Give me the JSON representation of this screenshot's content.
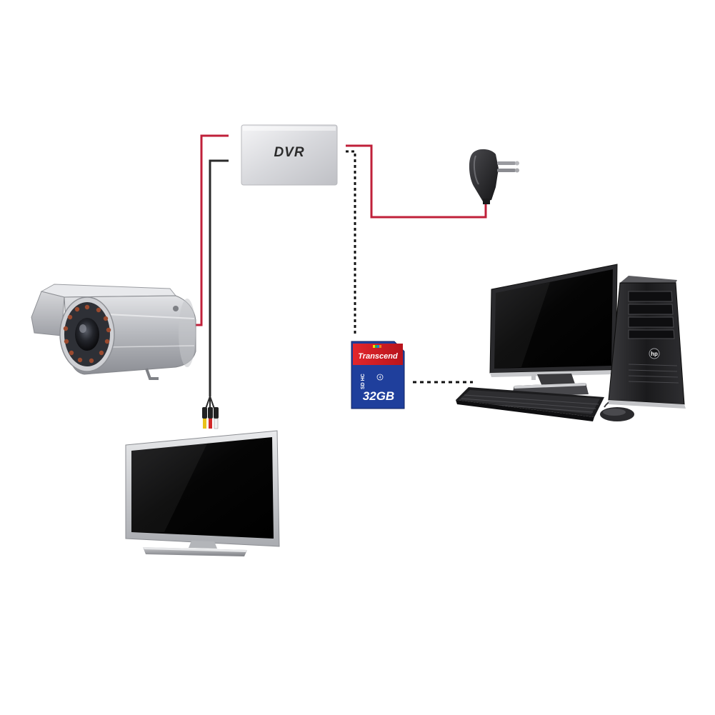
{
  "dvr": {
    "label": "DVR"
  },
  "sd_card": {
    "brand": "Transcend",
    "capacity": "32GB",
    "type_mark": "SD HC",
    "class_mark": "4"
  },
  "computer": {
    "badge": "hp"
  },
  "colors": {
    "power_wire": "#c0203a",
    "video_wire": "#2a2a2a",
    "data_link": "#111111",
    "sd_blue": "#1f3f9c",
    "sd_red": "#d8222a"
  }
}
